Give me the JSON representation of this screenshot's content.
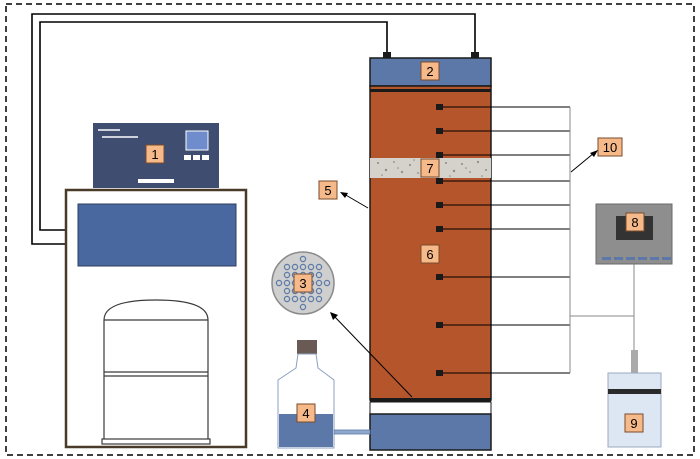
{
  "labels": {
    "l1": "1",
    "l2": "2",
    "l3": "3",
    "l4": "4",
    "l5": "5",
    "l6": "6",
    "l7": "7",
    "l8": "8",
    "l9": "9",
    "l10": "10"
  },
  "colors": {
    "soil": "#b5552b",
    "water": "#5b78a8",
    "bath_water": "#4a68a0",
    "panel": "#3f4d70",
    "label_box": "#f6b98a",
    "sensor": "#1a1a1a",
    "lamp_screen": "#7f7f7f"
  },
  "icons": {
    "water_bath": "water-bath-icon",
    "column_cap": "column-cap-icon",
    "perforated_plate": "perforated-plate-icon",
    "supply_bottle": "supply-bottle-icon",
    "soil_column": "soil-column-icon",
    "data_logger": "data-logger-icon",
    "collection_bottle": "collection-bottle-icon"
  }
}
